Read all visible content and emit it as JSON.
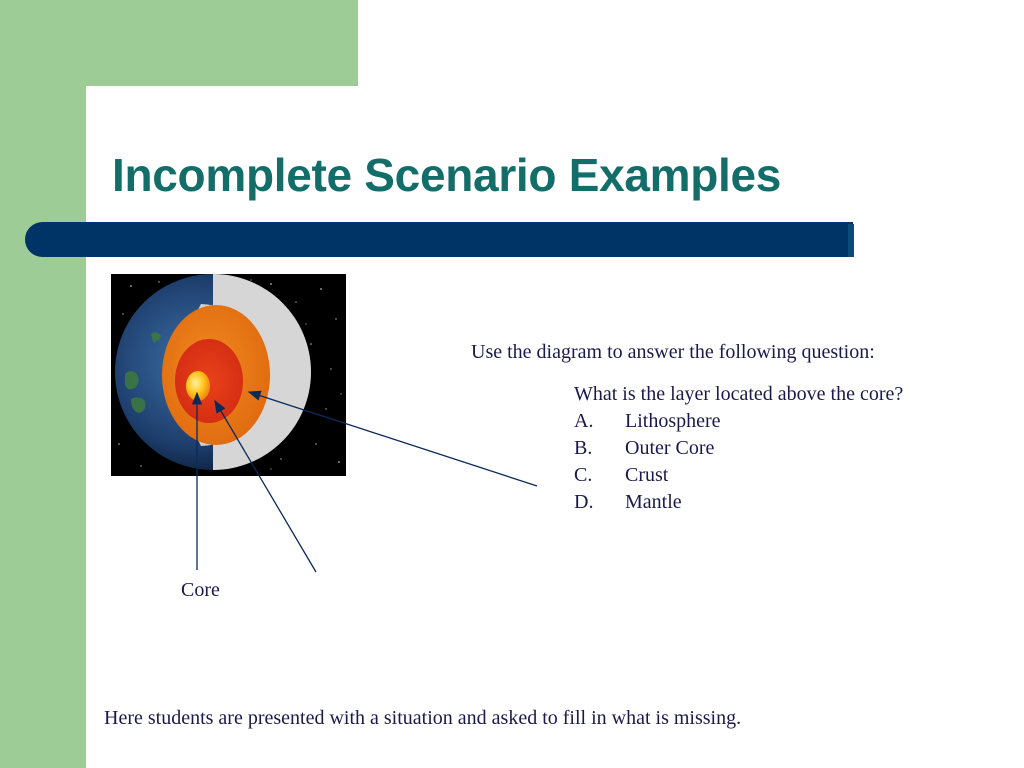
{
  "slide": {
    "title": "Incomplete Scenario Examples",
    "diagram_label": "Core",
    "question_intro": "Use the diagram to answer the following question:",
    "question": "What is the layer located above the core?",
    "options": [
      {
        "letter": "A.",
        "text": "Lithosphere"
      },
      {
        "letter": "B.",
        "text": "Outer Core"
      },
      {
        "letter": "C.",
        "text": "Crust"
      },
      {
        "letter": "D.",
        "text": "Mantle"
      }
    ],
    "footer": "Here students are presented with a situation and asked to fill in what is missing."
  },
  "colors": {
    "accent_green": "#9dcc96",
    "title_teal": "#136e6a",
    "bar_navy": "#003366",
    "text_navy": "#1a1a4a"
  }
}
